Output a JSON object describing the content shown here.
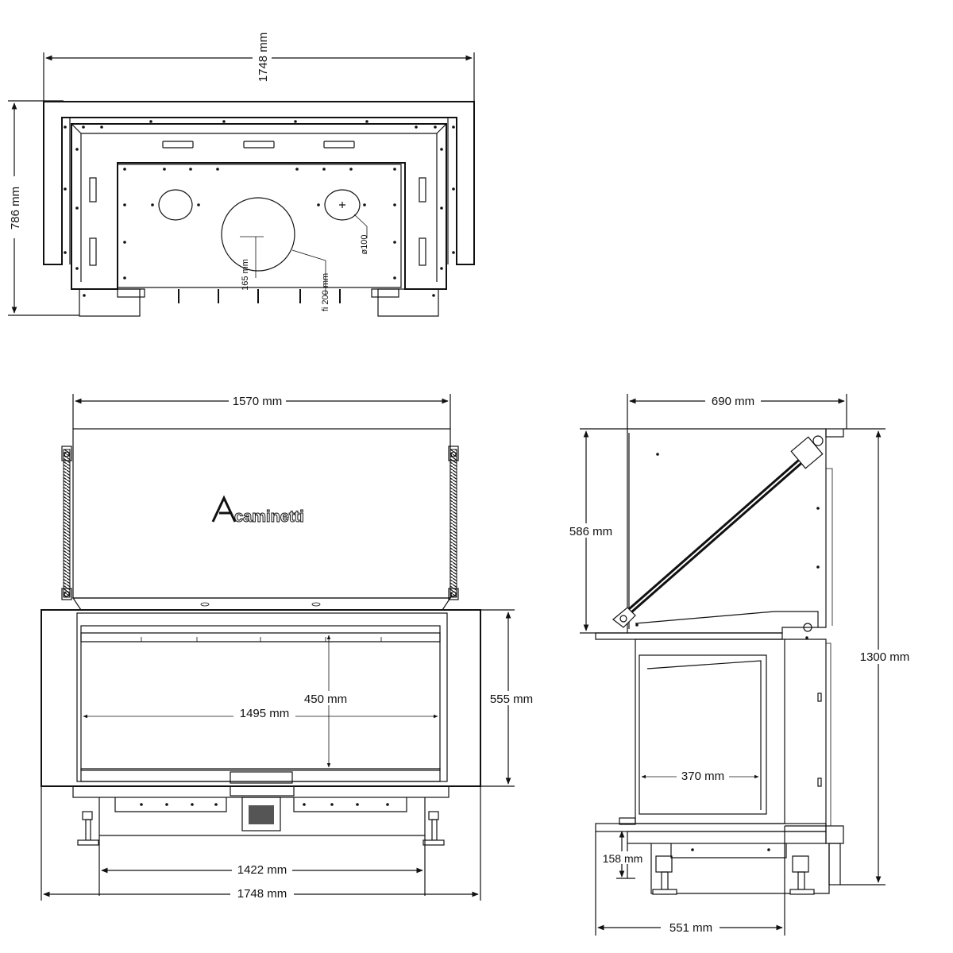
{
  "top_view": {
    "width_label": "1748 mm",
    "depth_label": "786 mm",
    "flue_label": "fi 200 mm",
    "offset_label": "165 mm",
    "air_inlet_label": "ø100"
  },
  "front_view": {
    "hood_width_label": "1570 mm",
    "logo_text": "caminetti",
    "opening_height_label": "450 mm",
    "opening_width_label": "1495 mm",
    "body_height_label": "555 mm",
    "feet_span_label": "1422 mm",
    "total_width_label": "1748 mm"
  },
  "side_view": {
    "depth_label": "690 mm",
    "hood_height_label": "586 mm",
    "total_height_label": "1300 mm",
    "firebox_depth_label": "370 mm",
    "feet_height_label": "158 mm",
    "base_depth_label": "551 mm"
  }
}
